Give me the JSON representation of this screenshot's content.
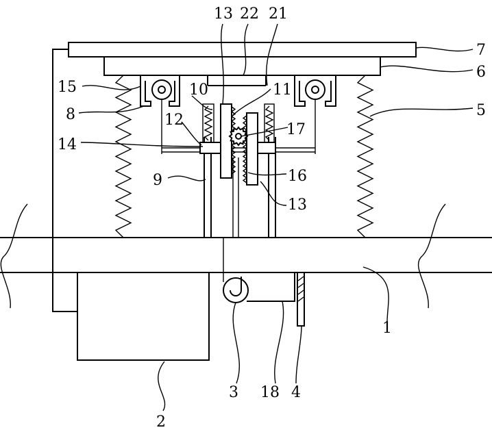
{
  "labels": {
    "l1": "1",
    "l2": "2",
    "l3": "3",
    "l4": "4",
    "l5": "5",
    "l6": "6",
    "l7": "7",
    "l8": "8",
    "l9": "9",
    "l10": "10",
    "l11": "11",
    "l12": "12",
    "l13_top": "13",
    "l13_bottom": "13",
    "l14": "14",
    "l15": "15",
    "l16": "16",
    "l17": "17",
    "l18": "18",
    "l21": "21",
    "l22": "22"
  }
}
